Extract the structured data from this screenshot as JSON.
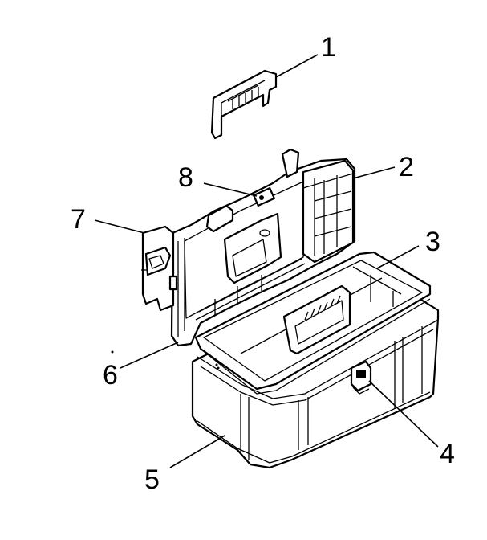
{
  "diagram": {
    "parts": [
      {
        "number": "1"
      },
      {
        "number": "2"
      },
      {
        "number": "3"
      },
      {
        "number": "4"
      },
      {
        "number": "5"
      },
      {
        "number": "6"
      },
      {
        "number": "7"
      },
      {
        "number": "8"
      }
    ]
  },
  "colors": {
    "line": "#000000",
    "background": "#ffffff"
  }
}
